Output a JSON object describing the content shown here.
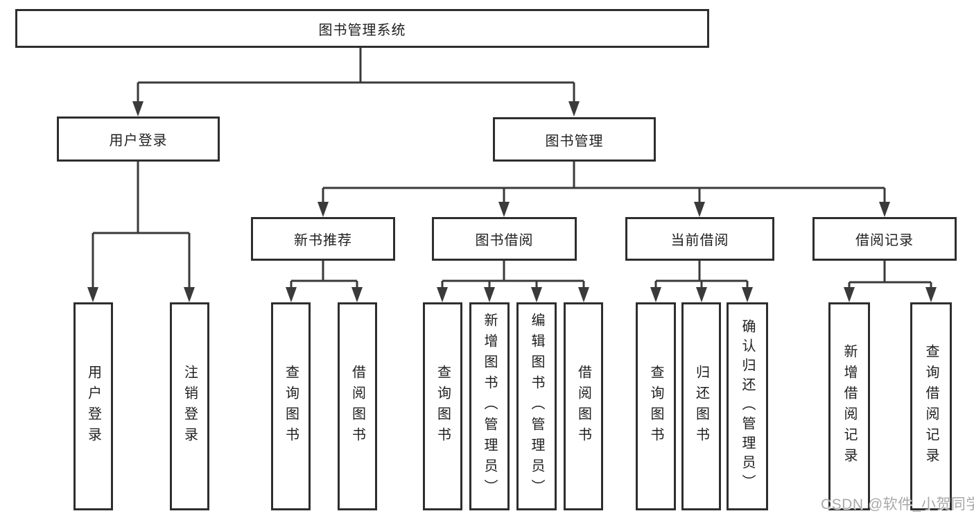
{
  "diagram": {
    "watermark": "CSDN @软件_小贺同学",
    "colors": {
      "line": "#3a3a3a",
      "box_border": "#2e2e2e",
      "text": "#1f1f1f",
      "background": "#ffffff",
      "watermark": "#a8a8a8"
    },
    "tree": {
      "root": "图书管理系统",
      "children": [
        {
          "label": "用户登录",
          "children": [
            "用户登录",
            "注销登录"
          ]
        },
        {
          "label": "图书管理",
          "children": [
            {
              "label": "新书推荐",
              "children": [
                "查询图书",
                "借阅图书"
              ]
            },
            {
              "label": "图书借阅",
              "children": [
                "查询图书",
                "新增图书（管理员）",
                "编辑图书（管理员）",
                "借阅图书"
              ]
            },
            {
              "label": "当前借阅",
              "children": [
                "查询图书",
                "归还图书",
                "确认归还（管理员）"
              ]
            },
            {
              "label": "借阅记录",
              "children": [
                "新增借阅记录",
                "查询借阅记录"
              ]
            }
          ]
        }
      ]
    }
  }
}
